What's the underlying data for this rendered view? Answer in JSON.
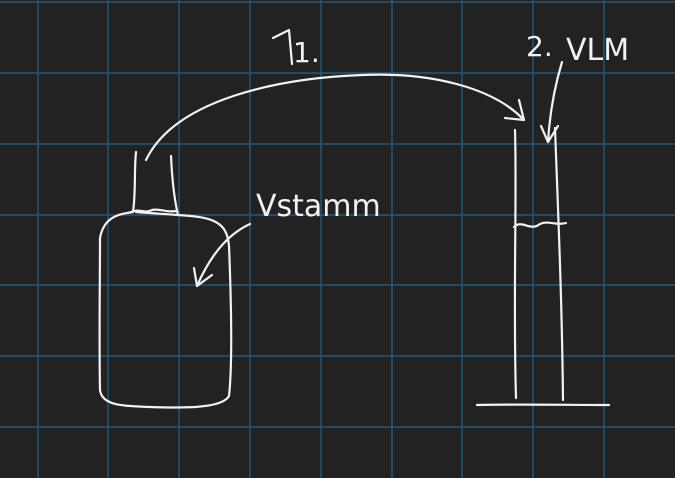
{
  "background_color": "#222222",
  "grid_color": "#1f5a80",
  "ink_color": "#f2f2f2",
  "labels": {
    "step1": "1.",
    "step2": "2.",
    "v_lm": "VLM",
    "v_stamm": "Vstamm"
  }
}
